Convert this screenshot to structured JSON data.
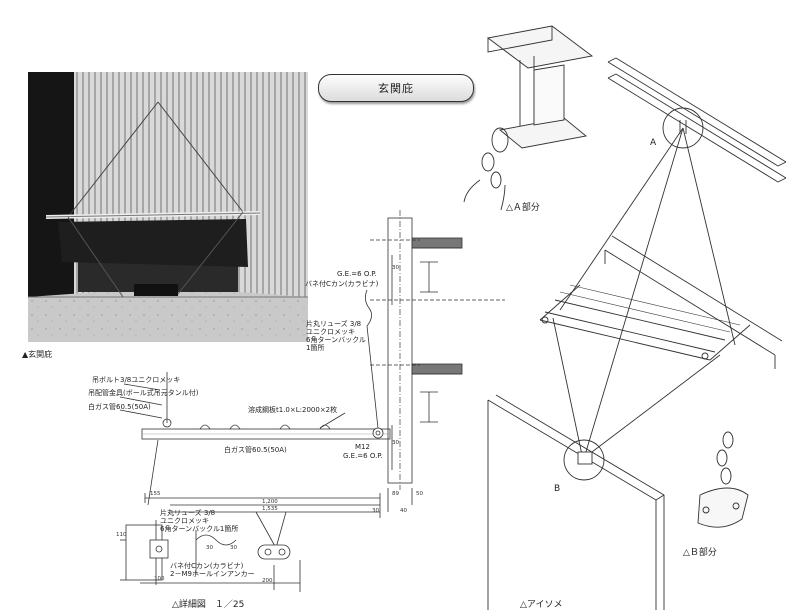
{
  "title": "玄関庇",
  "photo": {
    "caption": "▲玄関庇"
  },
  "detail": {
    "caption": "△詳細図　１／25",
    "labels": {
      "bolt": "吊ボルト3/8ユニクロメッキ",
      "hanger": "吊配管金具(ボール式吊元タンル付)",
      "pipe_top": "白ガス管60.5(50A)",
      "plate": "溶成鋼板t1.0×L:2000×2枚",
      "pipe_bottom": "白ガス管60.5(50A)",
      "m12": "M12",
      "g_bottom": "G.E.=6 O.P.",
      "g_top": "G.E.=6 O.P.",
      "carabiner": "バネ付Cカン(カラビナ)",
      "wire1": "片丸リューズ 3/8",
      "wire2": "ユニクロメッキ",
      "wire3": "6角ターンバックル",
      "wire4": "1箇所",
      "low1": "片丸リューズ 3/8",
      "low2": "ユニクロメッキ",
      "low3": "6角ターンバックル1箇所",
      "low4": "バネ付Cカン(カラビナ)",
      "low5": "2－M9ホールインアンカー"
    },
    "dims": {
      "d155": "155",
      "d1200": "1,200",
      "d1535": "1,535",
      "d89": "89",
      "d50": "50",
      "d30": "30",
      "d40": "40",
      "d110": "110",
      "d100": "100",
      "d200": "200",
      "d30b": "30",
      "d30c": "30",
      "d30d": "30",
      "d30e": "30"
    }
  },
  "iso": {
    "caption": "△アイソメ",
    "label_a": "A",
    "label_b": "B",
    "caption_a": "△Ａ部分",
    "caption_b": "△Ｂ部分"
  }
}
